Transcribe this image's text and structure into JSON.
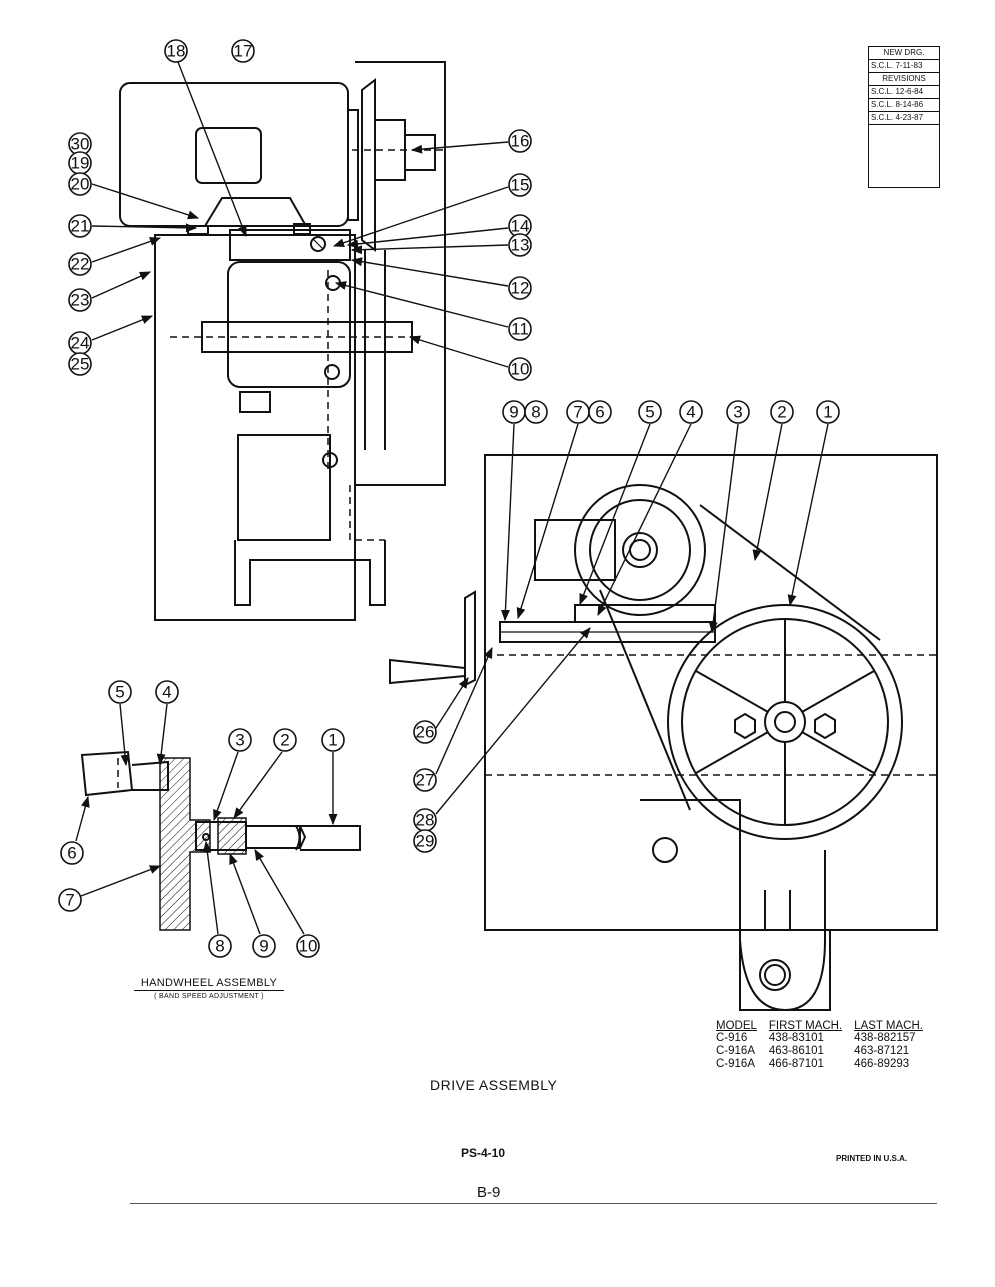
{
  "revision_block": {
    "new_drg_label": "NEW DRG.",
    "new_drg_value": "S.C.L. 7-11-83",
    "revisions_label": "REVISIONS",
    "revisions": [
      "S.C.L. 12-6-84",
      "S.C.L. 8-14-86",
      "S.C.L. 4-23-87"
    ]
  },
  "handwheel": {
    "title": "HANDWHEEL ASSEMBLY",
    "subtitle": "( BAND SPEED ADJUSTMENT )"
  },
  "models": {
    "headers": [
      "MODEL",
      "FIRST MACH.",
      "LAST MACH."
    ],
    "rows": [
      [
        "C-916",
        "438-83101",
        "438-882157"
      ],
      [
        "C-916A",
        "463-86101",
        "463-87121"
      ],
      [
        "C-916A",
        "466-87101",
        "466-89293"
      ]
    ]
  },
  "caption": "DRIVE ASSEMBLY",
  "drawing_number": "PS-4-10",
  "printed_note": "PRINTED IN U.S.A.",
  "page_number": "B-9",
  "callouts": {
    "c30": "30",
    "c19": "19",
    "c20": "20",
    "c21": "21",
    "c22": "22",
    "c23": "23",
    "c24": "24",
    "c25": "25",
    "c18": "18",
    "c17": "17",
    "c16": "16",
    "c15": "15",
    "c14": "14",
    "c13": "13",
    "c12": "12",
    "c11": "11",
    "c10": "10",
    "r9": "9",
    "r8": "8",
    "r7": "7",
    "r6": "6",
    "r5": "5",
    "r4": "4",
    "r3": "3",
    "r2": "2",
    "r1": "1",
    "r26": "26",
    "r27": "27",
    "r28": "28",
    "r29": "29",
    "h5": "5",
    "h4": "4",
    "h3": "3",
    "h2": "2",
    "h1": "1",
    "h6": "6",
    "h7": "7",
    "h8": "8",
    "h9": "9",
    "h10": "10"
  }
}
